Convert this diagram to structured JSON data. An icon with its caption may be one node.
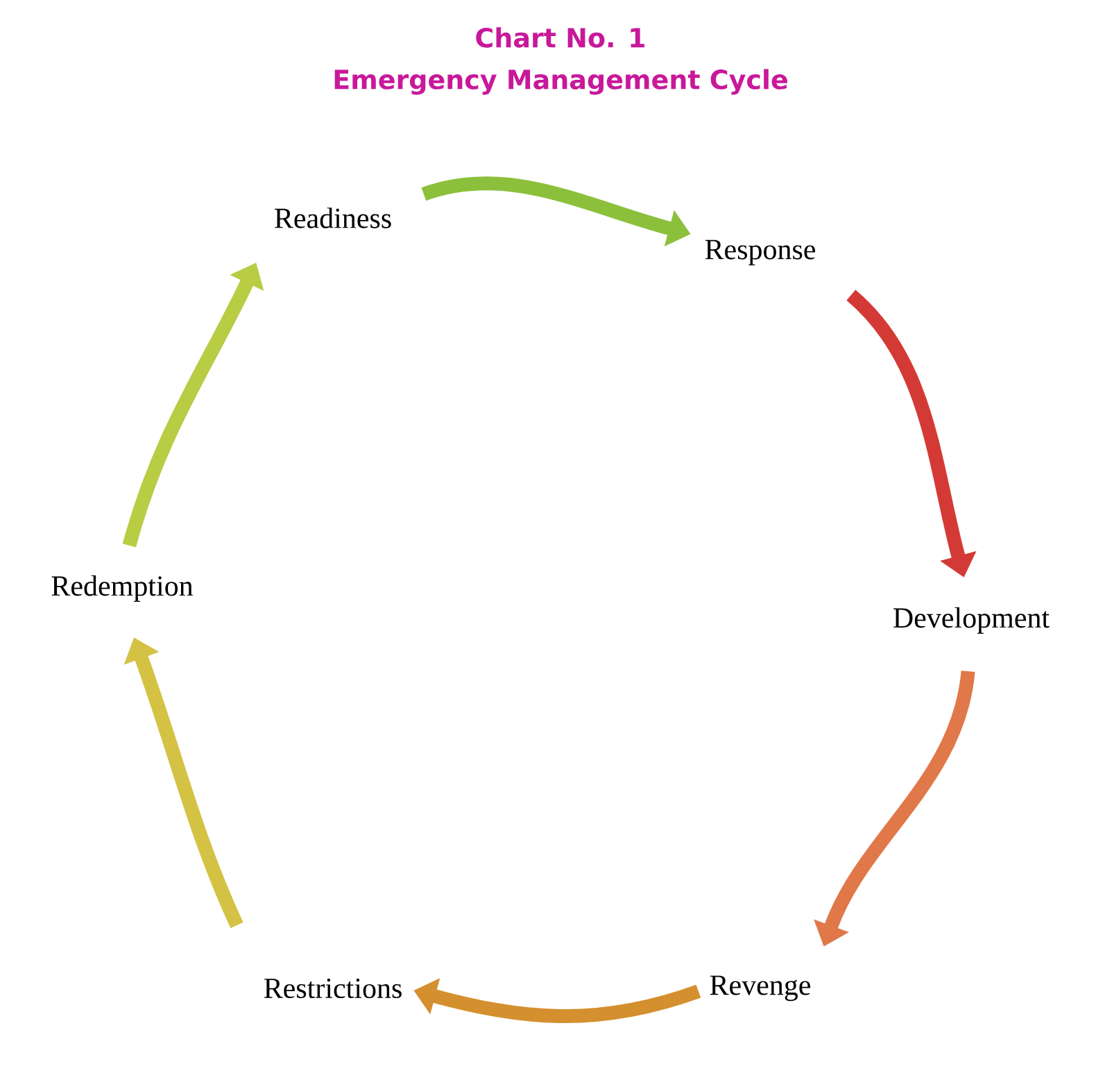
{
  "diagram": {
    "title": "Chart No. 1",
    "caption": "Emergency Management Cycle",
    "nodes": [
      {
        "text": [
          "Readiness"
        ]
      },
      {
        "text": [
          "Response"
        ]
      },
      {
        "text": [
          "Development"
        ]
      },
      {
        "text": [
          "Revenge"
        ]
      },
      {
        "text": [
          "Restrictions"
        ]
      },
      {
        "text": [
          "Redemption"
        ]
      }
    ],
    "edges": [
      {
        "from": 0,
        "to": 1,
        "arrow": "to",
        "color": "#8cc03c"
      },
      {
        "from": 1,
        "to": 2,
        "arrow": "to",
        "color": "#d43a35"
      },
      {
        "from": 2,
        "to": 3,
        "arrow": "to",
        "color": "#e0784a"
      },
      {
        "from": 3,
        "to": 4,
        "arrow": "to",
        "color": "#d4902e"
      },
      {
        "from": 4,
        "to": 5,
        "arrow": "to",
        "color": "#d4c244"
      },
      {
        "from": 5,
        "to": 0,
        "arrow": "to",
        "color": "#b8cc44"
      }
    ]
  }
}
